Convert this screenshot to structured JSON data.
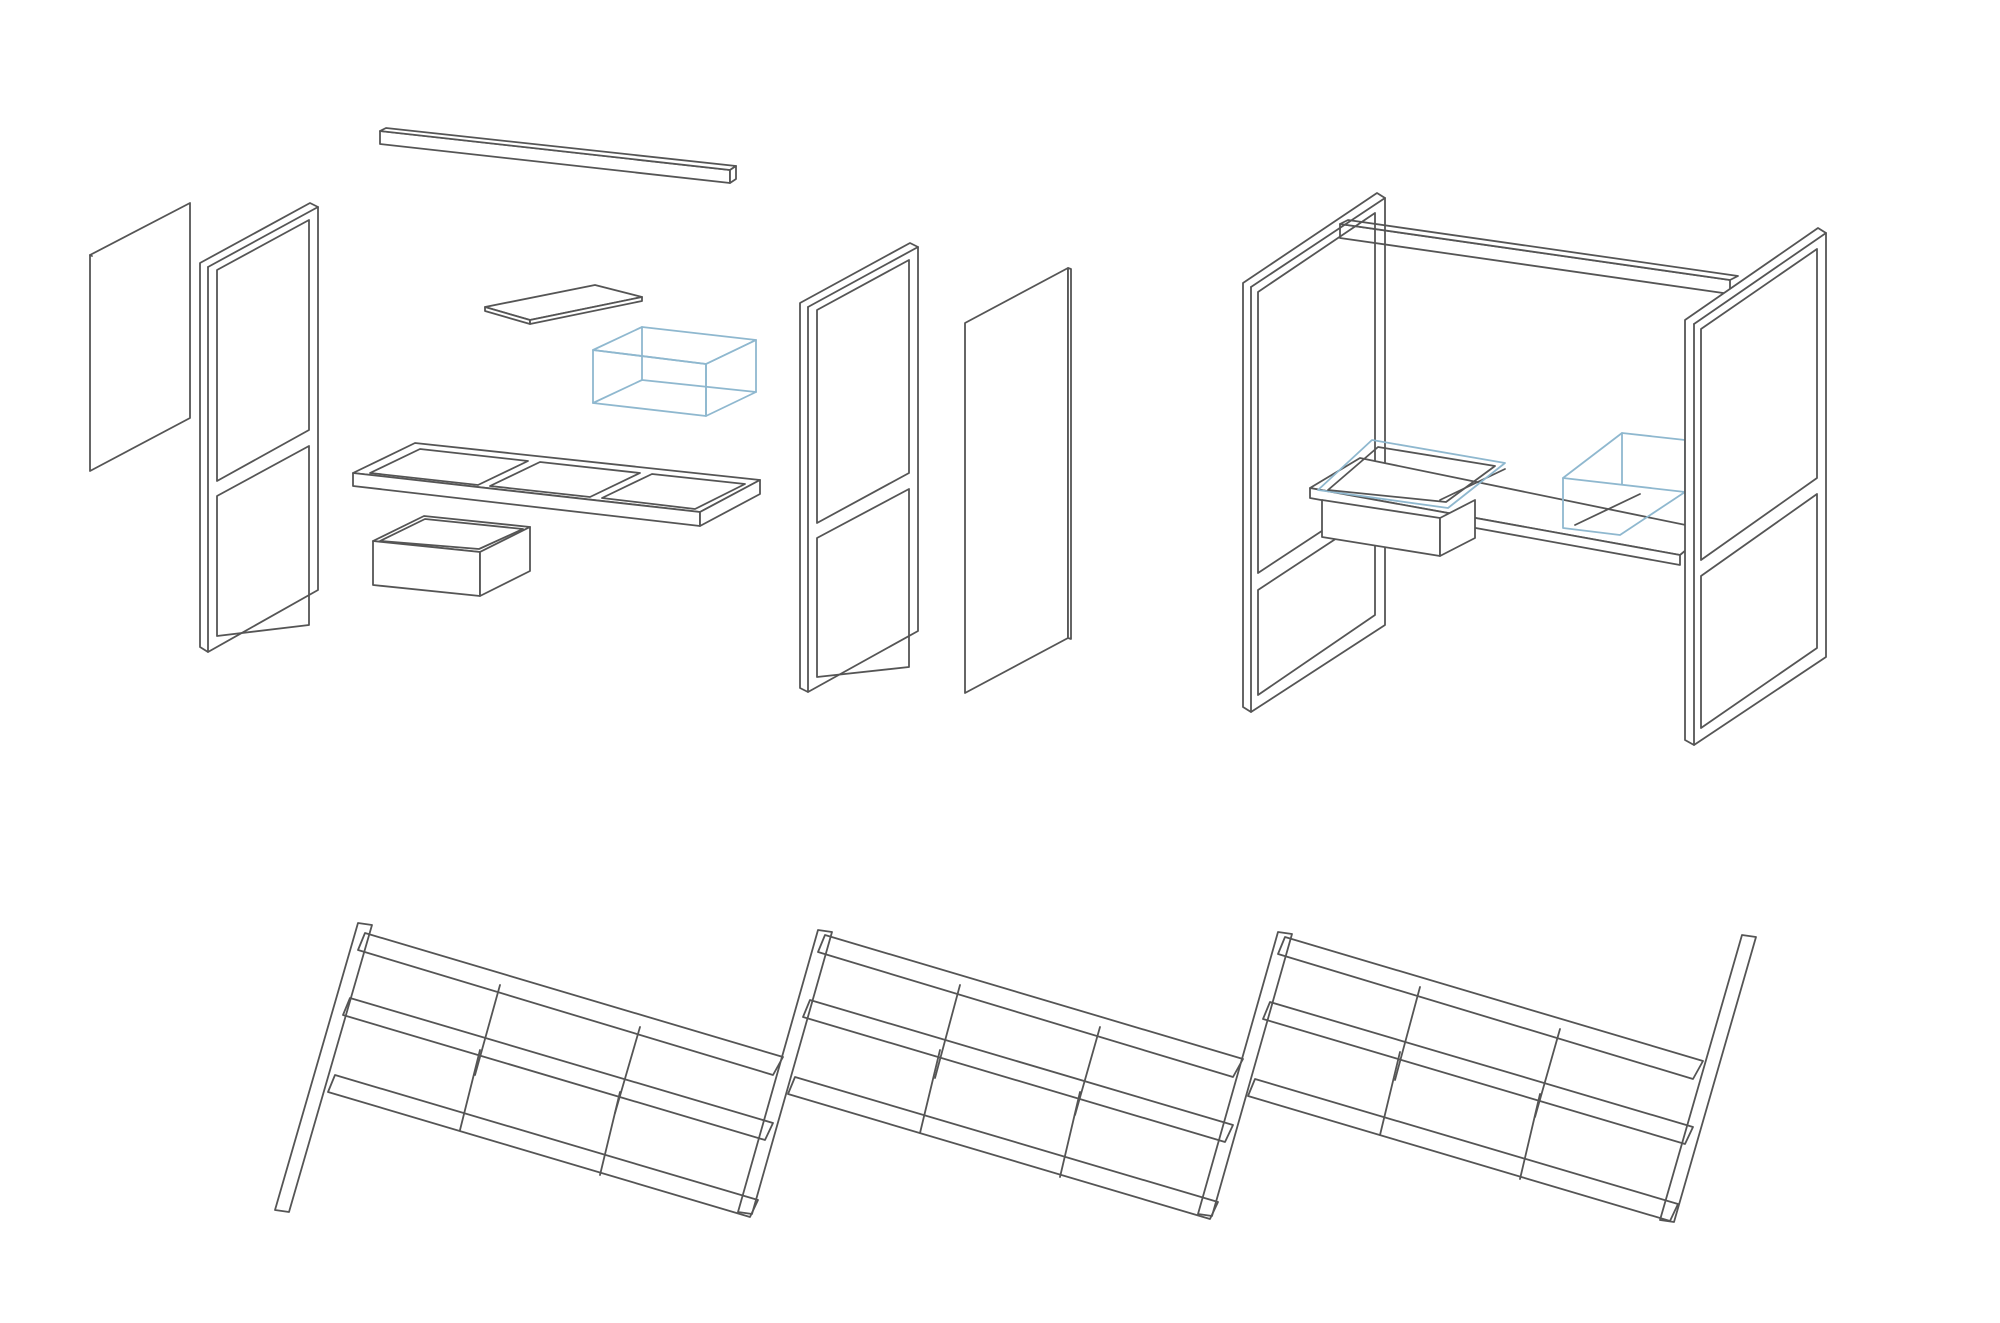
{
  "colors": {
    "background": "#ffffff",
    "line": "#555555",
    "accent": "#8fb8cf"
  },
  "exploded_view": {
    "parts": [
      "top-rail",
      "left-side-panel",
      "left-frame",
      "seat-lid",
      "storage-box-outline",
      "seat-base-frame",
      "drawer-box",
      "right-frame",
      "right-side-panel"
    ]
  },
  "assembled_view": {
    "parts": [
      "left-frame",
      "right-frame",
      "top-rail",
      "seat-base",
      "drawer",
      "storage-box-outline"
    ]
  },
  "zigzag_view": {
    "module_count": 3
  }
}
